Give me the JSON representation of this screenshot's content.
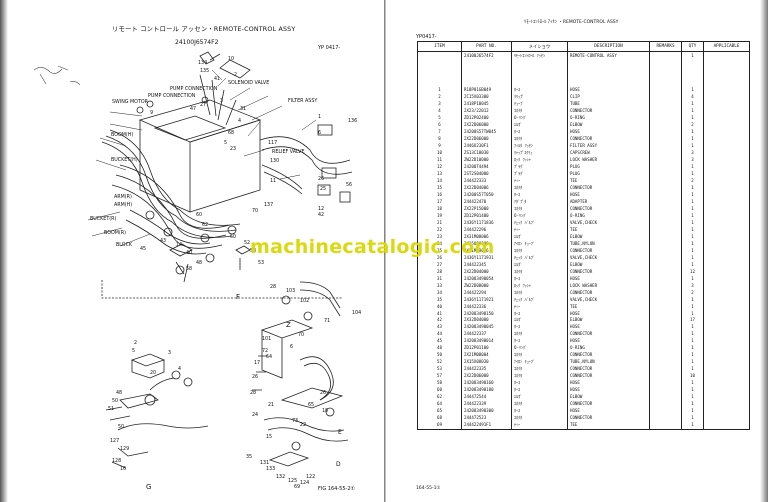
{
  "left_page": {
    "title": "リモート コントロール アッセン・REMOTE-CONTROL ASSY",
    "part_number": "24100J6574F2",
    "page_ref": "YP 0417-",
    "figure_ref": "FIG 164-55-2①",
    "diagram_labels": {
      "solenoid_valve": "SOLENOID VALVE",
      "pump_connection_1": "PUMP CONNECTION",
      "pump_connection_2": "PUMP CONNECTION",
      "swing_motor": "SWING MOTOR",
      "filter_assy": "FILTER ASSY",
      "relief_valve": "RELIEF VALVE",
      "boom_h": "BOOM(H)",
      "bucket_h": "BUCKET(H)",
      "arm_r": "ARM(R)",
      "arm_h": "ARM(H)",
      "bucket_r": "BUCKET(R)",
      "boom_r": "BOOM(R)",
      "block": "BLOCK",
      "view_f": "F",
      "view_z": "Z",
      "view_g": "G",
      "view_d": "D",
      "view_e": "E",
      "numbers": [
        "134",
        "135",
        "10",
        "41",
        "2",
        "3",
        "47",
        "27",
        "31",
        "4",
        "68",
        "5",
        "9",
        "1",
        "136",
        "6",
        "117",
        "23",
        "130",
        "26",
        "25",
        "56",
        "137",
        "70",
        "11",
        "12",
        "42",
        "60",
        "62",
        "43",
        "14",
        "45",
        "40",
        "60",
        "52",
        "53",
        "53",
        "58",
        "48",
        "28",
        "103",
        "102",
        "104",
        "71",
        "101",
        "72",
        "70",
        "6",
        "64",
        "17",
        "26",
        "28",
        "21",
        "24",
        "65",
        "26",
        "18",
        "73",
        "15",
        "22",
        "2",
        "5",
        "3",
        "4",
        "20",
        "48",
        "50",
        "51",
        "50",
        "127",
        "129",
        "128",
        "16",
        "35",
        "131",
        "133",
        "132",
        "125",
        "69",
        "124",
        "122"
      ]
    }
  },
  "right_page": {
    "header_title": "ﾘﾓｰﾄｺﾝﾄﾛｰﾙ ｱｯｾﾝ ・REMOTE-CONTROL ASSY",
    "page_ref": "YP0417-",
    "columns": [
      "ITEM",
      "PART NO.",
      "メイショウ",
      "DESCRIPTION",
      "REMARKS",
      "QTY",
      "APPLICABLE"
    ],
    "first_row": {
      "item": "",
      "part_no": "24100J6574F2",
      "name_jp": "ﾘﾓｰﾄｺﾝﾄﾛｰﾙ ｱｯｾﾝ",
      "description": "REMOTE-CONTROL ASSY",
      "remarks": "",
      "qty": "1",
      "applicable": ""
    },
    "rows": [
      {
        "item": "1",
        "part_no": "R18P01GB049",
        "name_jp": "ﾎｰｽ",
        "description": "HOSE",
        "qty": "1"
      },
      {
        "item": "2",
        "part_no": "2C15X03300",
        "name_jp": "ｸﾘｯﾌﾟ",
        "description": "CLIP",
        "qty": "4"
      },
      {
        "item": "3",
        "part_no": "2418P10045",
        "name_jp": "ﾁｭｰﾌﾞ",
        "description": "TUBE",
        "qty": "1"
      },
      {
        "item": "4",
        "part_no": "2X23/22012",
        "name_jp": "ｺﾈｸﾀ",
        "description": "CONNECTOR",
        "qty": "1"
      },
      {
        "item": "5",
        "part_no": "ZD12P02400",
        "name_jp": "O-ﾘﾝｸﾞ",
        "description": "O-RING",
        "qty": "1"
      },
      {
        "item": "6",
        "part_no": "2X22D06000",
        "name_jp": "ｴﾙﾎﾞ",
        "description": "ELBOW",
        "qty": "2"
      },
      {
        "item": "7",
        "part_no": "24200S57TW045",
        "name_jp": "ﾎｰｽ",
        "description": "HOSE",
        "qty": "1"
      },
      {
        "item": "8",
        "part_no": "2X22D06000",
        "name_jp": "ｺﾈｸﾀ",
        "description": "CONNECTOR",
        "qty": "1"
      },
      {
        "item": "9",
        "part_no": "2446U230F1",
        "name_jp": "ﾌｨﾙﾀ ｱｯｾﾝ",
        "description": "FILTER ASSY",
        "qty": "1"
      },
      {
        "item": "10",
        "part_no": "ZS13C10030",
        "name_jp": "ｷｬｯﾌﾟｽｸﾘｭ",
        "description": "CAPSCREW",
        "qty": "3"
      },
      {
        "item": "11",
        "part_no": "ZW22D10000",
        "name_jp": "ﾛｯｸ ﾜｯｼｬ",
        "description": "LOCK WASHER",
        "qty": "3"
      },
      {
        "item": "12",
        "part_no": "24200T4494",
        "name_jp": "ﾌﾟﾗｸﾞ",
        "description": "PLUG",
        "qty": "1"
      },
      {
        "item": "13",
        "part_no": "2ST2S04000",
        "name_jp": "ﾌﾟﾗｸﾞ",
        "description": "PLUG",
        "qty": "1"
      },
      {
        "item": "14",
        "part_no": "244422333",
        "name_jp": "ﾃｨｰ",
        "description": "TEE",
        "qty": "2"
      },
      {
        "item": "15",
        "part_no": "2X22D04006",
        "name_jp": "ｺﾈｸﾀ",
        "description": "CONNECTOR",
        "qty": "1"
      },
      {
        "item": "16",
        "part_no": "24200S57T050",
        "name_jp": "ﾎｰｽ",
        "description": "HOSE",
        "qty": "1"
      },
      {
        "item": "17",
        "part_no": "244422470",
        "name_jp": "ｱﾀﾞﾌﾟﾀ",
        "description": "ADAPTER",
        "qty": "1"
      },
      {
        "item": "18",
        "part_no": "ZX22P15000",
        "name_jp": "ｺﾈｸﾀ",
        "description": "CONNECTOR",
        "qty": "1"
      },
      {
        "item": "19",
        "part_no": "ZD12P01400",
        "name_jp": "O-ﾘﾝｸﾞ",
        "description": "O-RING",
        "qty": "1"
      },
      {
        "item": "21",
        "part_no": "2436Y1171836",
        "name_jp": "ﾁｪｯｸ ﾊﾞﾙﾌﾞ",
        "description": "VALVE,CHECK",
        "qty": "1"
      },
      {
        "item": "22",
        "part_no": "244422296",
        "name_jp": "ﾃｨｰ",
        "description": "TEE",
        "qty": "1"
      },
      {
        "item": "23",
        "part_no": "2X31M08006",
        "name_jp": "ｴﾙﾎﾞ",
        "description": "ELBOW",
        "qty": "1"
      },
      {
        "item": "24",
        "part_no": "2X15U08180",
        "name_jp": "ﾅｲﾛﾝ ﾁｭｰﾌﾞ",
        "description": "TUBE,NYLON",
        "qty": "1"
      },
      {
        "item": "25",
        "part_no": "2X21M08006",
        "name_jp": "ｺﾈｸﾀ",
        "description": "CONNECTOR",
        "qty": "1"
      },
      {
        "item": "26",
        "part_no": "2436Y1171931",
        "name_jp": "ﾁｪｯｸ ﾊﾞﾙﾌﾞ",
        "description": "VALVE,CHECK",
        "qty": "1"
      },
      {
        "item": "27",
        "part_no": "244422345",
        "name_jp": "ｴﾙﾎﾞ",
        "description": "ELBOW",
        "qty": "1"
      },
      {
        "item": "28",
        "part_no": "2X22D04000",
        "name_jp": "ｺﾈｸﾀ",
        "description": "CONNECTOR",
        "qty": "12"
      },
      {
        "item": "31",
        "part_no": "242083490054",
        "name_jp": "ﾎｰｽ",
        "description": "HOSE",
        "qty": "1"
      },
      {
        "item": "33",
        "part_no": "ZW22D08000",
        "name_jp": "ﾛｯｸ ﾜｯｼｬ",
        "description": "LOCK WASHER",
        "qty": "3"
      },
      {
        "item": "34",
        "part_no": "244422294",
        "name_jp": "ｺﾈｸﾀ",
        "description": "CONNECTOR",
        "qty": "2"
      },
      {
        "item": "35",
        "part_no": "2436Y1171921",
        "name_jp": "ﾁｪｯｸ ﾊﾞﾙﾌﾞ",
        "description": "VALVE,CHECK",
        "qty": "1"
      },
      {
        "item": "40",
        "part_no": "244422336",
        "name_jp": "ﾃｨｰ",
        "description": "TEE",
        "qty": "1"
      },
      {
        "item": "41",
        "part_no": "242083490150",
        "name_jp": "ﾎｰｽ",
        "description": "HOSE",
        "qty": "1"
      },
      {
        "item": "42",
        "part_no": "2X32D04000",
        "name_jp": "ｴﾙﾎﾞ",
        "description": "ELBOW",
        "qty": "17"
      },
      {
        "item": "43",
        "part_no": "242083490045",
        "name_jp": "ﾎｰｽ",
        "description": "HOSE",
        "qty": "1"
      },
      {
        "item": "44",
        "part_no": "244422337",
        "name_jp": "ｺﾈｸﾀ",
        "description": "CONNECTOR",
        "qty": "1"
      },
      {
        "item": "45",
        "part_no": "242083490014",
        "name_jp": "ﾎｰｽ",
        "description": "HOSE",
        "qty": "1"
      },
      {
        "item": "48",
        "part_no": "ZD12P01100",
        "name_jp": "O-ﾘﾝｸﾞ",
        "description": "O-RING",
        "qty": "1"
      },
      {
        "item": "50",
        "part_no": "2X21M08004",
        "name_jp": "ｺﾈｸﾀ",
        "description": "CONNECTOR",
        "qty": "1"
      },
      {
        "item": "52",
        "part_no": "2X15X08030",
        "name_jp": "ﾅｲﾛﾝ ﾁｭｰﾌﾞ",
        "description": "TUBE,NYLON",
        "qty": "1"
      },
      {
        "item": "53",
        "part_no": "244422335",
        "name_jp": "ｺﾈｸﾀ",
        "description": "CONNECTOR",
        "qty": "1"
      },
      {
        "item": "57",
        "part_no": "2X22D06000",
        "name_jp": "ｺﾈｸﾀ",
        "description": "CONNECTOR",
        "qty": "10"
      },
      {
        "item": "58",
        "part_no": "242083490160",
        "name_jp": "ﾎｰｽ",
        "description": "HOSE",
        "qty": "1"
      },
      {
        "item": "60",
        "part_no": "242083490180",
        "name_jp": "ﾎｰｽ",
        "description": "HOSE",
        "qty": "1"
      },
      {
        "item": "62",
        "part_no": "244472544",
        "name_jp": "ｴﾙﾎﾞ",
        "description": "ELBOW",
        "qty": "1"
      },
      {
        "item": "64",
        "part_no": "244422339",
        "name_jp": "ｺﾈｸﾀ",
        "description": "CONNECTOR",
        "qty": "1"
      },
      {
        "item": "65",
        "part_no": "242083490300",
        "name_jp": "ﾎｰｽ",
        "description": "HOSE",
        "qty": "1"
      },
      {
        "item": "68",
        "part_no": "244472523",
        "name_jp": "ｺﾈｸﾀ",
        "description": "CONNECTOR",
        "qty": "1"
      },
      {
        "item": "69",
        "part_no": "244422491F1",
        "name_jp": "ﾃｨｰ",
        "description": "TEE",
        "qty": "1"
      }
    ],
    "footer": "164-55-1①"
  },
  "watermark": "machinecatalogic.com"
}
